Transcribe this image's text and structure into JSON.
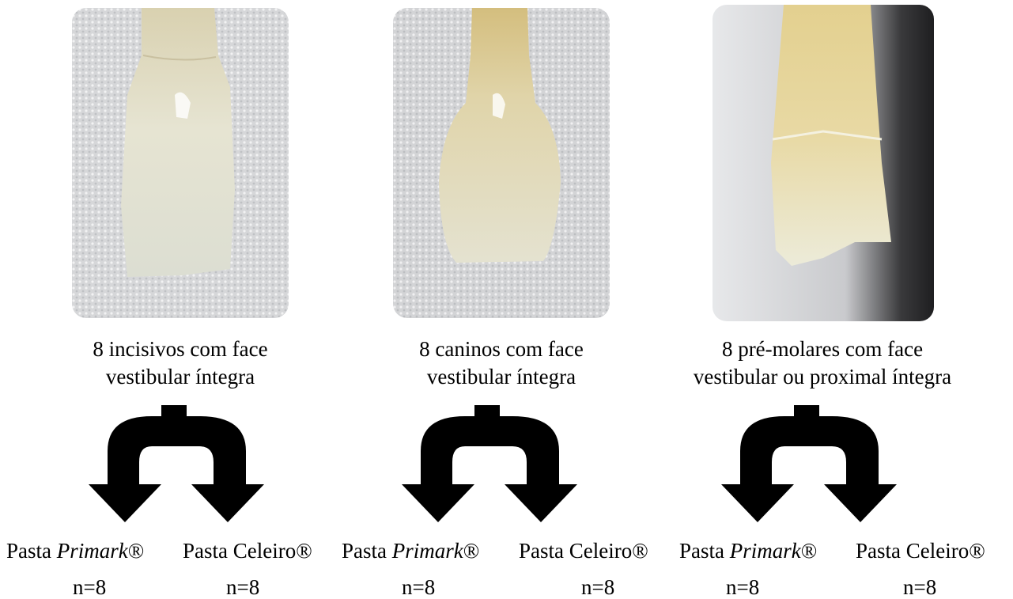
{
  "groups": [
    {
      "photo_icon": "incisor-tooth-photo",
      "caption": [
        "8 incisivos com face",
        "vestibular íntegra"
      ],
      "subgroups": [
        {
          "prefix": "Pasta",
          "brand": "Primark",
          "brand_italic": true,
          "mark": "®",
          "n": "n=8"
        },
        {
          "prefix": "Pasta",
          "brand": "Celeiro",
          "brand_italic": false,
          "mark": "®",
          "n": "n=8"
        }
      ]
    },
    {
      "photo_icon": "canine-tooth-photo",
      "caption": [
        "8 caninos com face",
        "vestibular íntegra"
      ],
      "subgroups": [
        {
          "prefix": "Pasta",
          "brand": "Primark",
          "brand_italic": true,
          "mark": "®",
          "n": "n=8"
        },
        {
          "prefix": "Pasta",
          "brand": "Celeiro",
          "brand_italic": false,
          "mark": "®",
          "n": "n=8"
        }
      ]
    },
    {
      "photo_icon": "premolar-tooth-photo",
      "caption": [
        "8 pré-molares com face",
        "vestibular ou proximal íntegra"
      ],
      "subgroups": [
        {
          "prefix": "Pasta",
          "brand": "Primark",
          "brand_italic": true,
          "mark": "®",
          "n": "n=8"
        },
        {
          "prefix": "Pasta",
          "brand": "Celeiro",
          "brand_italic": false,
          "mark": "®",
          "n": "n=8"
        }
      ]
    }
  ],
  "colors": {
    "background": "#ffffff",
    "arrow": "#000000",
    "photo_bg_light": "#d9dadc",
    "photo_bg_dark": "#2a2a2c",
    "enamel": "#e9e6d3",
    "root": "#e6d7a2"
  }
}
